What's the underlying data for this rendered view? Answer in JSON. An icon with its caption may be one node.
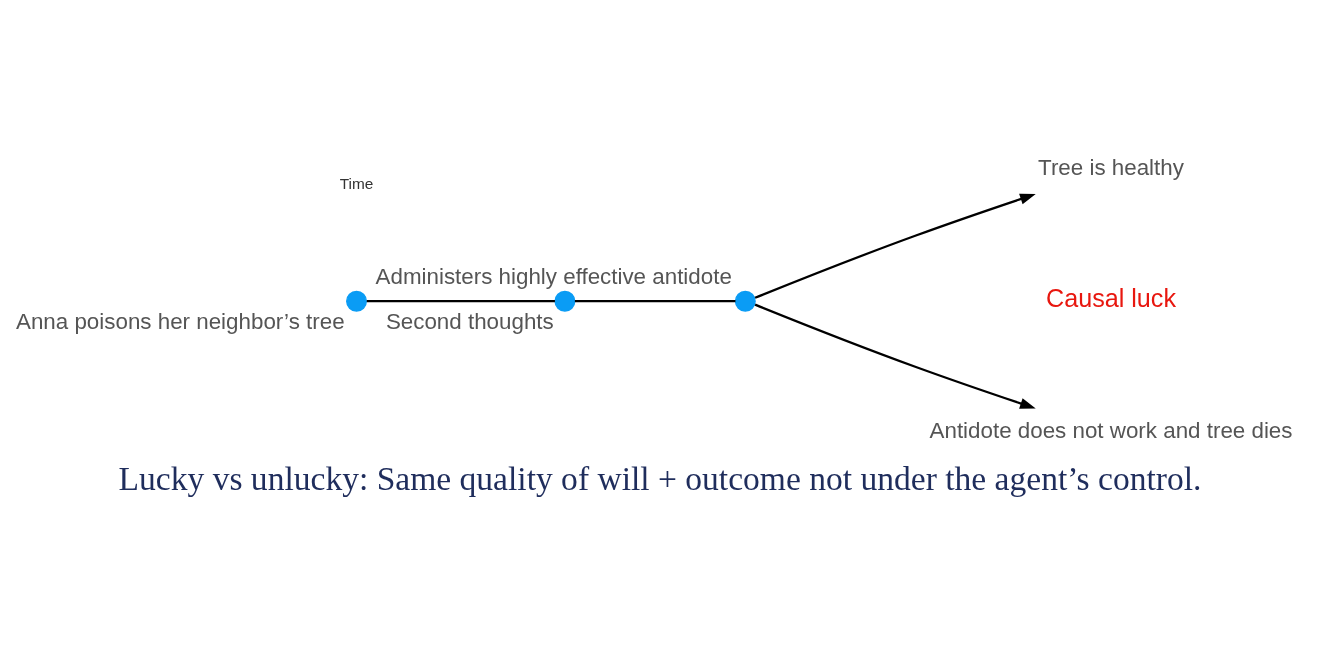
{
  "diagram": {
    "caption": "Lucky vs unlucky: Same quality of will + outcome not under the agent’s control.",
    "nodes": [
      {
        "text": [],
        "shape": "circle",
        "beside": [
          "Anna poisons her neighbor’s tree"
        ]
      },
      {
        "text": [],
        "shape": "circle",
        "beside": [
          "Second thoughts"
        ]
      },
      {
        "text": [],
        "shape": "circle",
        "beside": [
          "Administers highly effective antidote"
        ]
      },
      {
        "text": [
          "Tree is healthy"
        ]
      },
      {
        "text": [
          "Antidote does not work and tree dies"
        ]
      }
    ],
    "edges": [
      {
        "from": 0,
        "to": 1,
        "arrow": "none"
      },
      {
        "from": 1,
        "to": 2,
        "arrow": "none"
      },
      {
        "from": 2,
        "to": 3,
        "arrow": "to"
      },
      {
        "from": 2,
        "to": 4,
        "arrow": "to"
      }
    ],
    "labels": [
      "Time",
      "Causal luck"
    ]
  }
}
